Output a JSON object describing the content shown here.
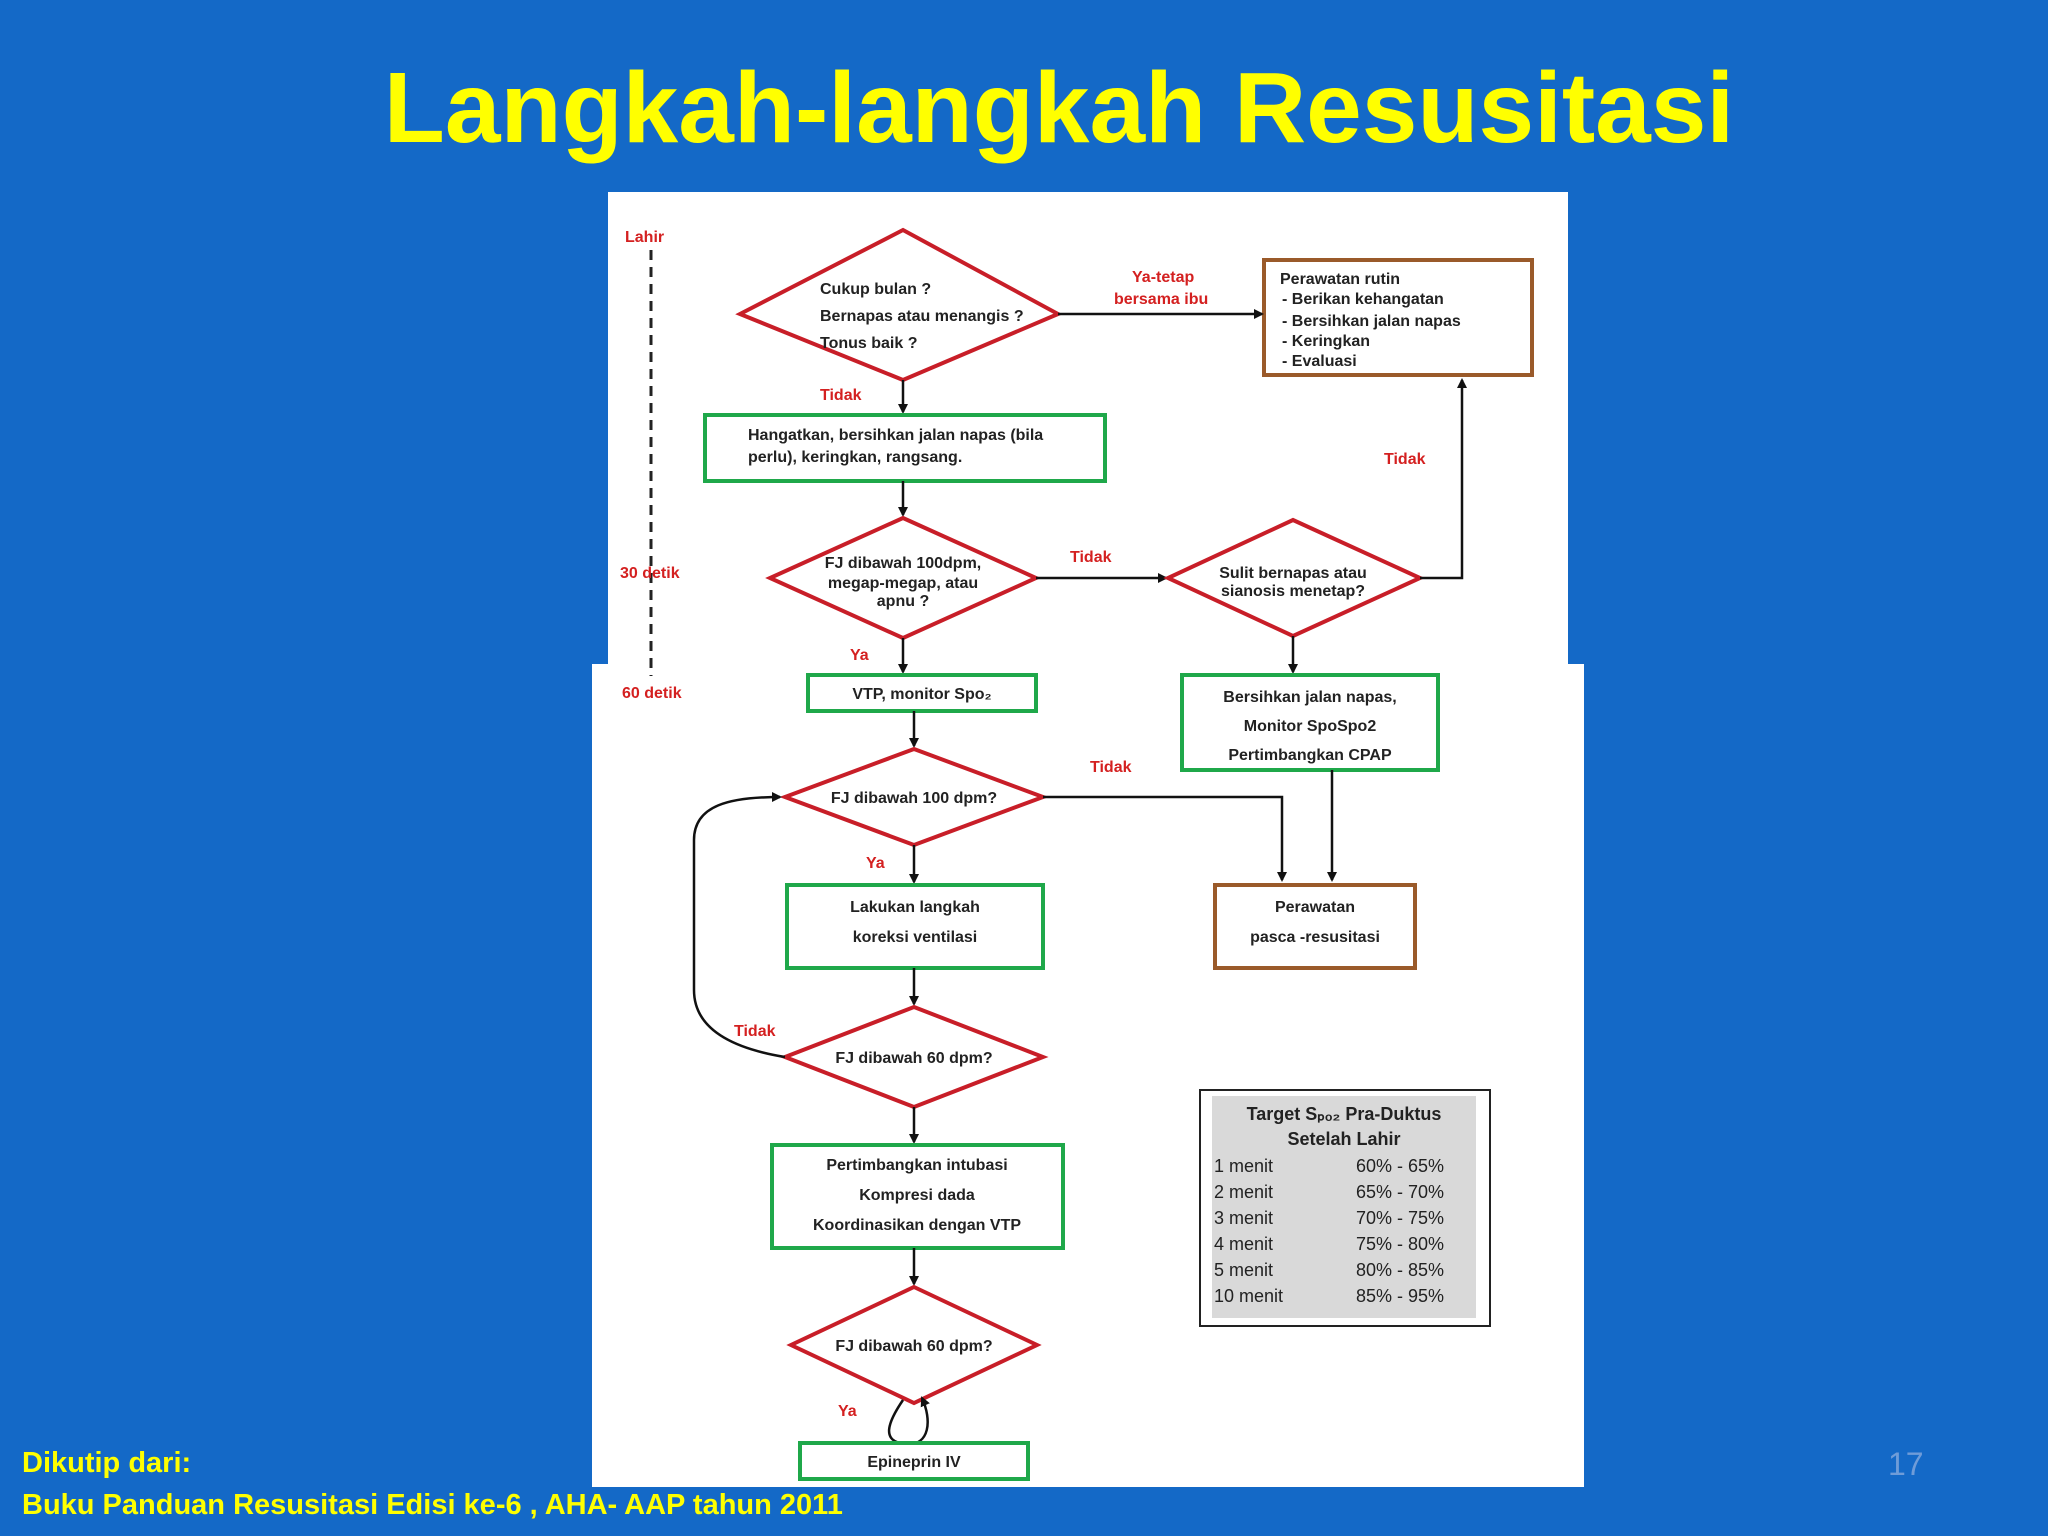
{
  "title": "Langkah-langkah Resusitasi",
  "timeline": {
    "lahir": "Lahir",
    "detik30": "30 detik",
    "detik60": "60 detik"
  },
  "nodes": {
    "d1": [
      "Cukup bulan ?",
      "Bernapas atau menangis ?",
      "Tonus baik ?"
    ],
    "routine": [
      "Perawatan rutin",
      "- Berikan kehangatan",
      "- Bersihkan jalan napas",
      "- Keringkan",
      "- Evaluasi"
    ],
    "warm": [
      "Hangatkan, bersihkan jalan napas (bila",
      "perlu), keringkan, rangsang."
    ],
    "d2": [
      "FJ dibawah 100dpm,",
      "megap-megap, atau",
      "apnu ?"
    ],
    "d3": [
      "Sulit bernapas atau",
      "sianosis menetap?"
    ],
    "vtp": "VTP, monitor Spo₂",
    "clear": [
      "Bersihkan jalan napas,",
      "Monitor SpoSpo2",
      "Pertimbangkan CPAP"
    ],
    "d4": "FJ dibawah 100 dpm?",
    "correct": [
      "Lakukan langkah",
      "koreksi ventilasi"
    ],
    "post": [
      "Perawatan",
      "pasca -resusitasi"
    ],
    "d5": "FJ dibawah 60 dpm?",
    "intub": [
      "Pertimbangkan intubasi",
      "Kompresi dada",
      "Koordinasikan dengan VTP"
    ],
    "d6": "FJ dibawah 60 dpm?",
    "epi": "Epineprin IV"
  },
  "labels": {
    "ya_tetap": [
      "Ya-tetap",
      "bersama ibu"
    ],
    "tidak": "Tidak",
    "ya": "Ya"
  },
  "spo2_table": {
    "title_line1": "Target Sₚₒ₂ Pra-Duktus",
    "title_line2": "Setelah Lahir",
    "rows": [
      [
        "1 menit",
        "60% - 65%"
      ],
      [
        "2 menit",
        "65% - 70%"
      ],
      [
        "3 menit",
        "70% - 75%"
      ],
      [
        "4 menit",
        "75% - 80%"
      ],
      [
        "5 menit",
        "80% - 85%"
      ],
      [
        "10 menit",
        "85% - 95%"
      ]
    ]
  },
  "source": {
    "label": "Dikutip dari:",
    "text": "Buku Panduan Resusitasi Edisi ke-6 , AHA- AAP  tahun 2011"
  },
  "page_number": "17",
  "colors": {
    "background": "#1469c7",
    "title": "#ffff00",
    "diamond": "#c81e28",
    "box_green": "#1fa84a",
    "box_brown": "#9a5a2a"
  }
}
